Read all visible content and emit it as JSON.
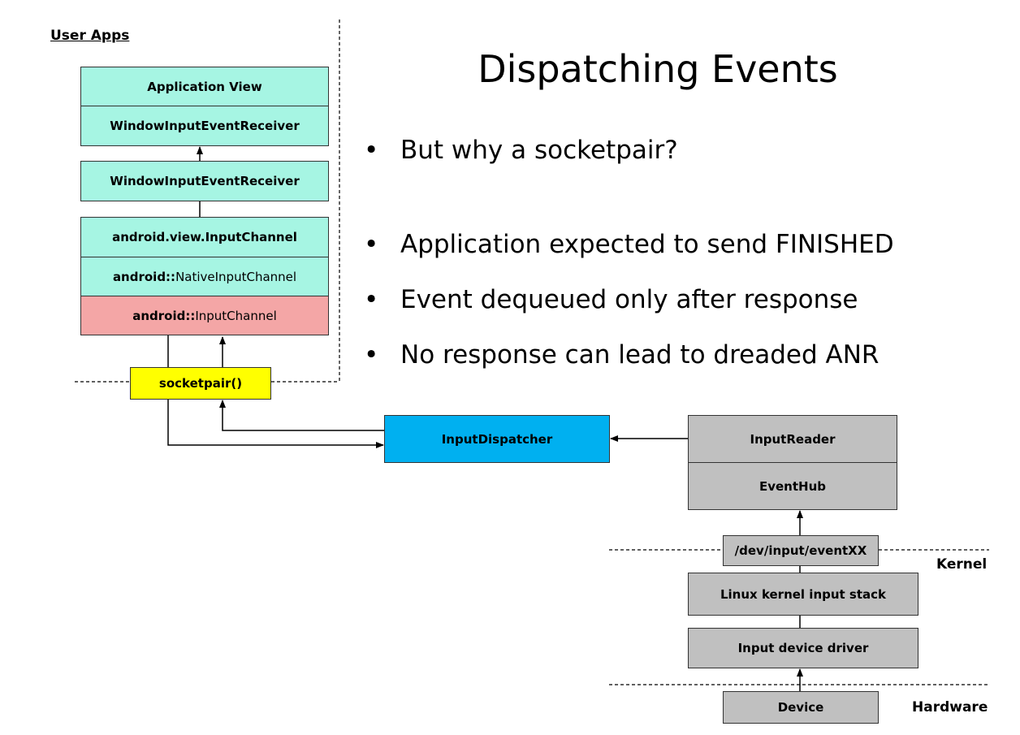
{
  "title": "Dispatching Events",
  "bullets": [
    "But why a socketpair?",
    "Application expected to send FINISHED",
    "Event dequeued only after response",
    "No response can lead to dreaded ANR"
  ],
  "bullet_symbol": "•",
  "labels": {
    "user_apps": "User Apps",
    "kernel": "Kernel",
    "hardware": "Hardware"
  },
  "boxes": {
    "application_view": "Application View",
    "window_receiver_top": "WindowInputEventReceiver",
    "window_receiver": "WindowInputEventReceiver",
    "view_input_channel": "android.view.InputChannel",
    "native_input_channel_prefix": "android::",
    "native_input_channel_suffix": "NativeInputChannel",
    "input_channel_prefix": "android::",
    "input_channel_suffix": "InputChannel",
    "socketpair": "socketpair()",
    "input_dispatcher": "InputDispatcher",
    "input_reader": "InputReader",
    "event_hub": "EventHub",
    "dev_input": "/dev/input/eventXX",
    "kernel_stack": "Linux kernel input stack",
    "device_driver": "Input device driver",
    "device": "Device"
  },
  "colors": {
    "teal": "#a6f5e3",
    "pink": "#f4a6a6",
    "yellow": "#ffff00",
    "blue": "#00b0f0",
    "gray": "#c0c0c0"
  }
}
